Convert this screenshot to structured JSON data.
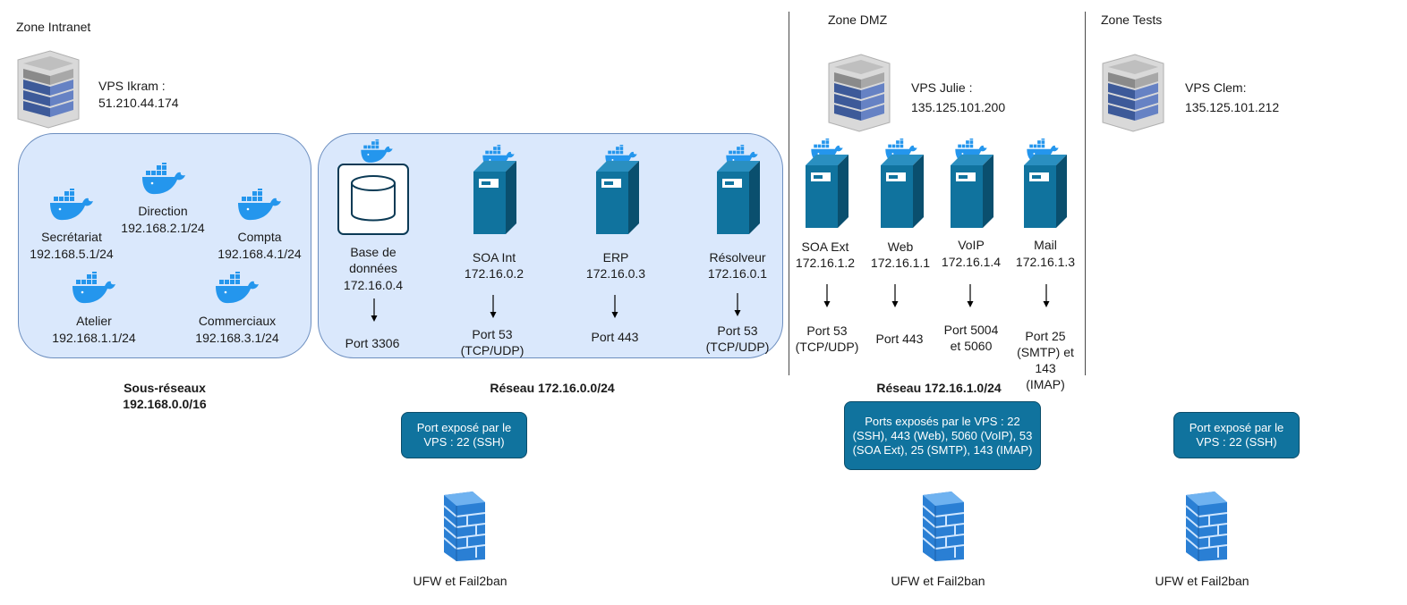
{
  "zones": {
    "intranet": {
      "title": "Zone Intranet",
      "vps_name": "VPS Ikram :",
      "vps_ip": "51.210.44.174",
      "subnets_title": "Sous-réseaux",
      "subnets_cidr": "192.168.0.0/16",
      "network_title": "Réseau 172.16.0.0/24",
      "subnets": [
        {
          "name": "Direction",
          "ip": "192.168.2.1/24"
        },
        {
          "name": "Secrétariat",
          "ip": "192.168.5.1/24"
        },
        {
          "name": "Compta",
          "ip": "192.168.4.1/24"
        },
        {
          "name": "Atelier",
          "ip": "192.168.1.1/24"
        },
        {
          "name": "Commerciaux",
          "ip": "192.168.3.1/24"
        }
      ],
      "services": [
        {
          "name": "Base de",
          "name2": "données",
          "ip": "172.16.0.4",
          "port": "Port 3306",
          "port2": ""
        },
        {
          "name": "SOA Int",
          "name2": "",
          "ip": "172.16.0.2",
          "port": "Port 53",
          "port2": "(TCP/UDP)"
        },
        {
          "name": "ERP",
          "name2": "",
          "ip": "172.16.0.3",
          "port": "Port 443",
          "port2": ""
        },
        {
          "name": "Résolveur",
          "name2": "",
          "ip": "172.16.0.1",
          "port": "Port 53",
          "port2": "(TCP/UDP)"
        }
      ],
      "exposed": {
        "line1": "Port exposé par le",
        "line2": "VPS : 22 (SSH)"
      },
      "firewall": "UFW et Fail2ban"
    },
    "dmz": {
      "title": "Zone DMZ",
      "vps_name": "VPS Julie :",
      "vps_ip": "135.125.101.200",
      "network_title": "Réseau 172.16.1.0/24",
      "services": [
        {
          "name": "SOA Ext",
          "ip": "172.16.1.2",
          "port": "Port 53",
          "port2": "(TCP/UDP)",
          "port3": "",
          "port4": ""
        },
        {
          "name": "Web",
          "ip": "172.16.1.1",
          "port": "Port 443",
          "port2": "",
          "port3": "",
          "port4": ""
        },
        {
          "name": "VoIP",
          "ip": "172.16.1.4",
          "port": "Port 5004",
          "port2": "et 5060",
          "port3": "",
          "port4": ""
        },
        {
          "name": "Mail",
          "ip": "172.16.1.3",
          "port": "Port 25",
          "port2": "(SMTP) et",
          "port3": "143",
          "port4": "(IMAP)"
        }
      ],
      "exposed": {
        "line1": "Ports exposés par le VPS : 22",
        "line2": "(SSH), 443 (Web), 5060 (VoIP), 53",
        "line3": "(SOA Ext), 25 (SMTP), 143 (IMAP)"
      },
      "firewall": "UFW et Fail2ban"
    },
    "tests": {
      "title": "Zone Tests",
      "vps_name": "VPS Clem:",
      "vps_ip": "135.125.101.212",
      "exposed": {
        "line1": "Port exposé par le",
        "line2": "VPS : 22 (SSH)"
      },
      "firewall": "UFW et Fail2ban"
    }
  },
  "colors": {
    "group_fill": "#dae8fc",
    "group_border": "#6c8ebf",
    "badge_fill": "#10739e",
    "docker_blue": "#2496ed",
    "server_blue": "#10739e"
  },
  "icons": [
    "server-rack-icon",
    "docker-whale-icon",
    "database-icon",
    "server-tower-icon",
    "firewall-icon",
    "arrow-down-icon"
  ]
}
